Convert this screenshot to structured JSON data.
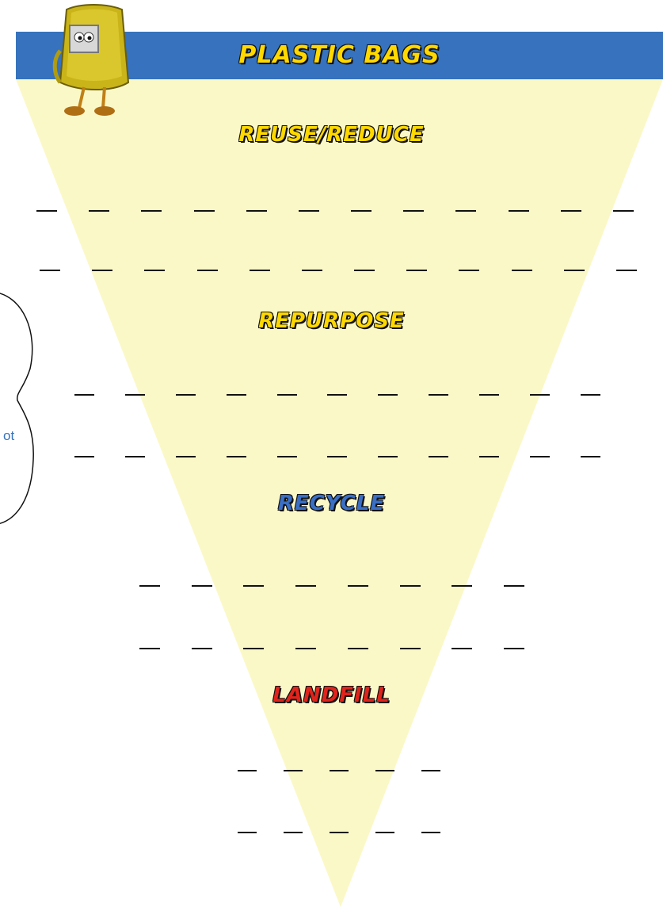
{
  "header": {
    "title": "PLASTIC BAGS"
  },
  "sections": {
    "reuse": {
      "title": "REUSE/REDUCE",
      "color": "#ffd800"
    },
    "repurpose": {
      "title": "REPURPOSE",
      "color": "#ffd800"
    },
    "recycle": {
      "title": "RECYCLE",
      "color": "#3a6fc4"
    },
    "landfill": {
      "title": "LANDFILL",
      "color": "#e0241c"
    }
  },
  "side_note": {
    "visible_text": "ot"
  },
  "colors": {
    "header_bar": "#3672bd",
    "pyramid_fill": "#fbf8c8",
    "outline": "#111111"
  },
  "icons": {
    "mascot": "plastic-bag-mascot-icon",
    "cloud": "cloud-icon"
  }
}
